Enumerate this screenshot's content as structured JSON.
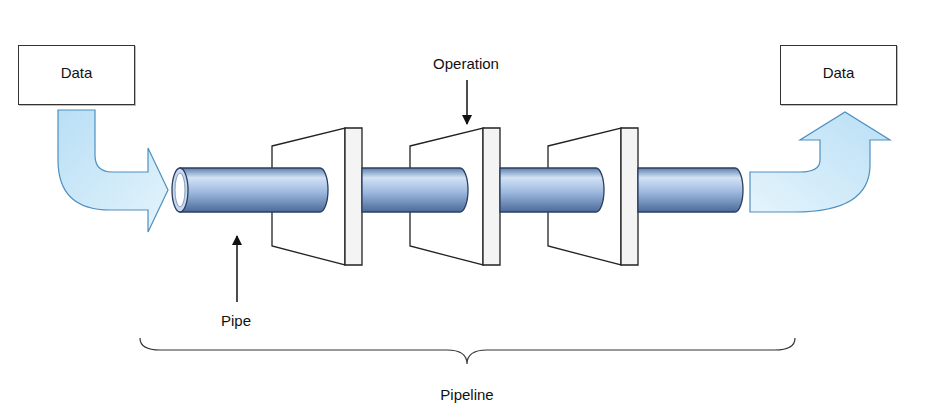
{
  "diagram": {
    "nodes": [
      {
        "text": [
          "Data"
        ]
      },
      {
        "text": [
          "Data"
        ]
      }
    ],
    "labels": [
      "Operation",
      "Pipe",
      "Pipeline"
    ]
  }
}
